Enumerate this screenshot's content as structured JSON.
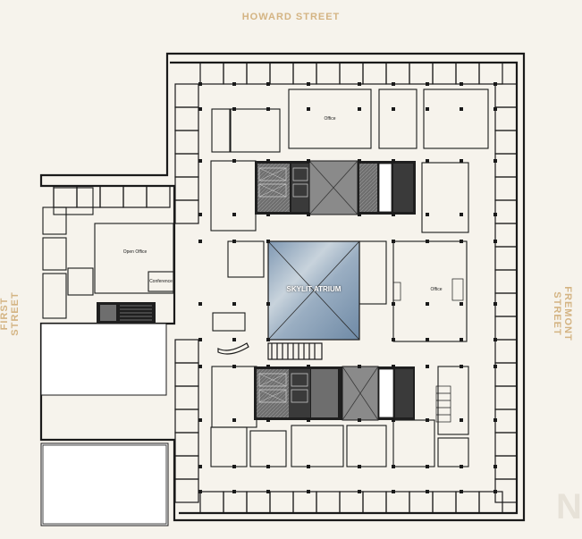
{
  "streets": {
    "top": "HOWARD STREET",
    "left": "FIRST STREET",
    "right": "FREMONT STREET"
  },
  "spaces": {
    "atrium": "SKYLIT ATRIUM",
    "office_north": "Office",
    "office_east": "Office",
    "open_office": "Open Office",
    "conference": "Conference"
  },
  "colors": {
    "background": "#f6f3ec",
    "wall": "#1a1a1a",
    "street_text": "#d4b483",
    "core": "#8a8a8a",
    "core_dark": "#555555",
    "atrium_fill": "#9fb3c8"
  }
}
